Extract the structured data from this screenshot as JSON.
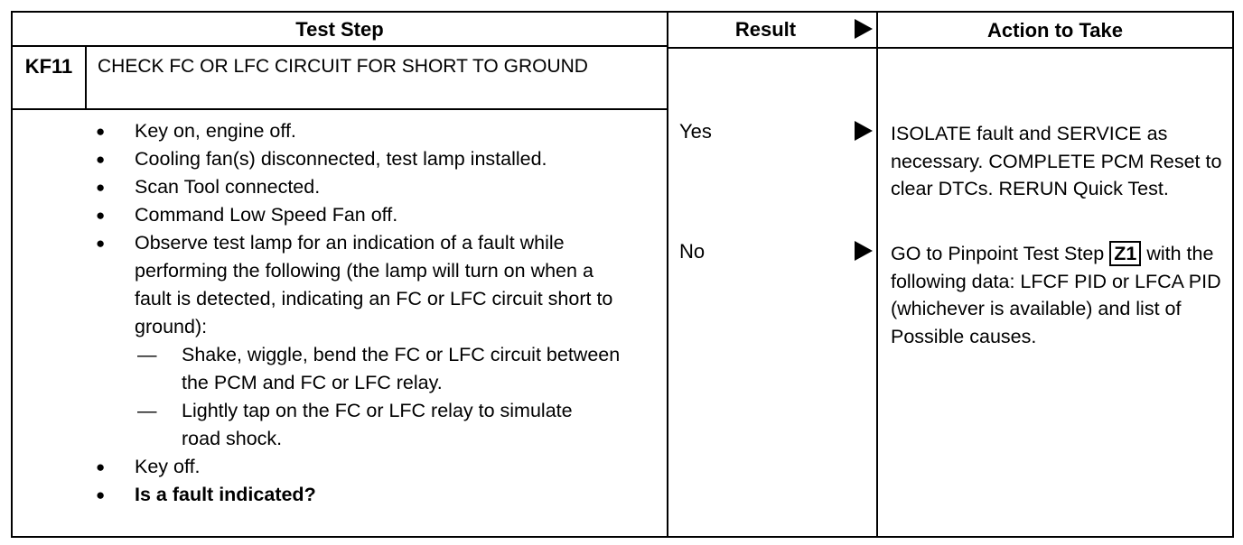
{
  "headers": {
    "test_step": "Test Step",
    "result": "Result",
    "action": "Action to Take"
  },
  "step": {
    "id": "KF11",
    "title": "CHECK FC OR LFC CIRCUIT FOR SHORT TO GROUND"
  },
  "instructions": [
    {
      "kind": "bullet",
      "text": "Key on, engine off."
    },
    {
      "kind": "bullet",
      "text": "Cooling fan(s) disconnected, test lamp installed."
    },
    {
      "kind": "bullet",
      "text": "Scan Tool connected."
    },
    {
      "kind": "bullet",
      "text": "Command Low Speed Fan off."
    },
    {
      "kind": "bullet",
      "text": "Observe test lamp for an indication of a fault while performing the following (the lamp will turn on when a fault is detected, indicating an FC or LFC circuit short to ground):"
    },
    {
      "kind": "dash",
      "text": "Shake, wiggle, bend the FC or LFC circuit between the PCM and FC or LFC relay."
    },
    {
      "kind": "dash",
      "text": "Lightly tap on the FC or LFC relay to simulate road shock."
    },
    {
      "kind": "bullet",
      "text": "Key off."
    },
    {
      "kind": "question",
      "text": "Is a fault indicated?"
    }
  ],
  "results": [
    {
      "label": "Yes",
      "action": "ISOLATE fault and SERVICE as necessary. COMPLETE PCM Reset to clear DTCs. RERUN Quick Test."
    },
    {
      "label": "No",
      "action_prefix": "GO to Pinpoint Test Step",
      "action_ref": "Z1",
      "action_suffix": "with the following data: LFCF PID or LFCA PID (whichever is available) and list of Possible causes."
    }
  ]
}
